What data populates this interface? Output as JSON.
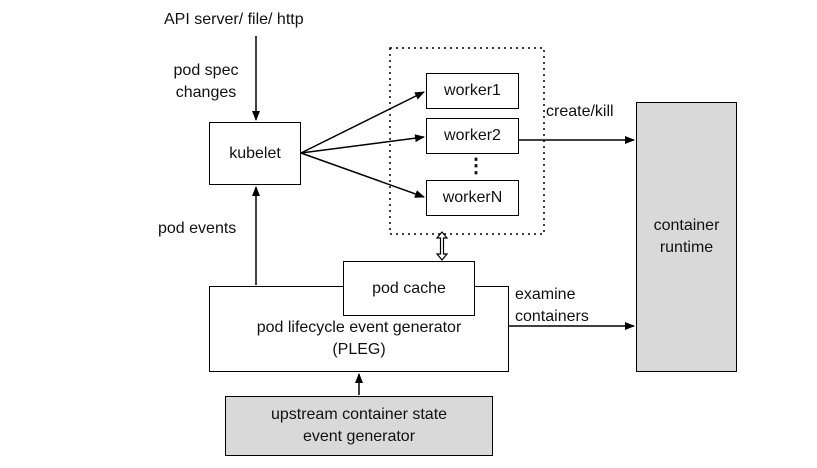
{
  "source": {
    "label": "API server/ file/ http"
  },
  "edges": {
    "pod_spec_changes": [
      "pod spec",
      "changes"
    ],
    "create_kill": "create/kill",
    "pod_events": "pod events",
    "examine_containers": [
      "examine",
      "containers"
    ]
  },
  "nodes": {
    "kubelet": "kubelet",
    "workers": [
      "worker1",
      "worker2",
      "workerN"
    ],
    "worker_ellipsis": "⋮",
    "container_runtime": [
      "container",
      "runtime"
    ],
    "pod_cache": "pod cache",
    "pleg": [
      "pod lifecycle event generator",
      "(PLEG)"
    ],
    "upstream": [
      "upstream container state",
      "event generator"
    ]
  },
  "colors": {
    "gray_fill": "#d9d9d9",
    "stroke": "#000000"
  }
}
